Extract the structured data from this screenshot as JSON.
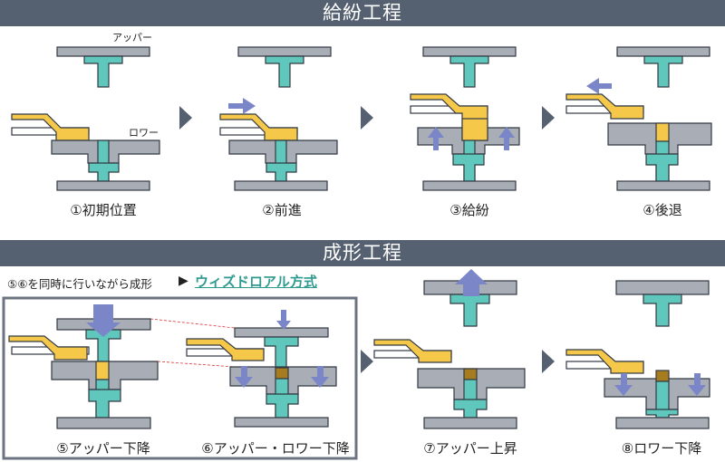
{
  "sections": {
    "feed_title": "給紛工程",
    "form_title": "成形工程"
  },
  "labels": {
    "upper": "アッパー",
    "lower": "ロワー"
  },
  "feed_steps": [
    {
      "label": "①初期位置"
    },
    {
      "label": "②前進"
    },
    {
      "label": "③給紛"
    },
    {
      "label": "④後退"
    }
  ],
  "form_note": {
    "text": "⑤⑥を同時に行いながら成形",
    "arrow": "▶",
    "method": "ウィズドロアル方式"
  },
  "form_steps": [
    {
      "label": "⑤アッパー下降"
    },
    {
      "label": "⑥アッパー・ロワー下降"
    },
    {
      "label": "⑦アッパー上昇"
    },
    {
      "label": "⑧ロワー下降"
    }
  ],
  "colors": {
    "banner": "#556070",
    "die": "#a8adb6",
    "punch": "#5fc7bb",
    "powder": "#f5c84a",
    "powder_compact": "#a67c1e",
    "arrow": "#7b86c8",
    "outline": "#333a44",
    "frame": "#6b7480"
  }
}
